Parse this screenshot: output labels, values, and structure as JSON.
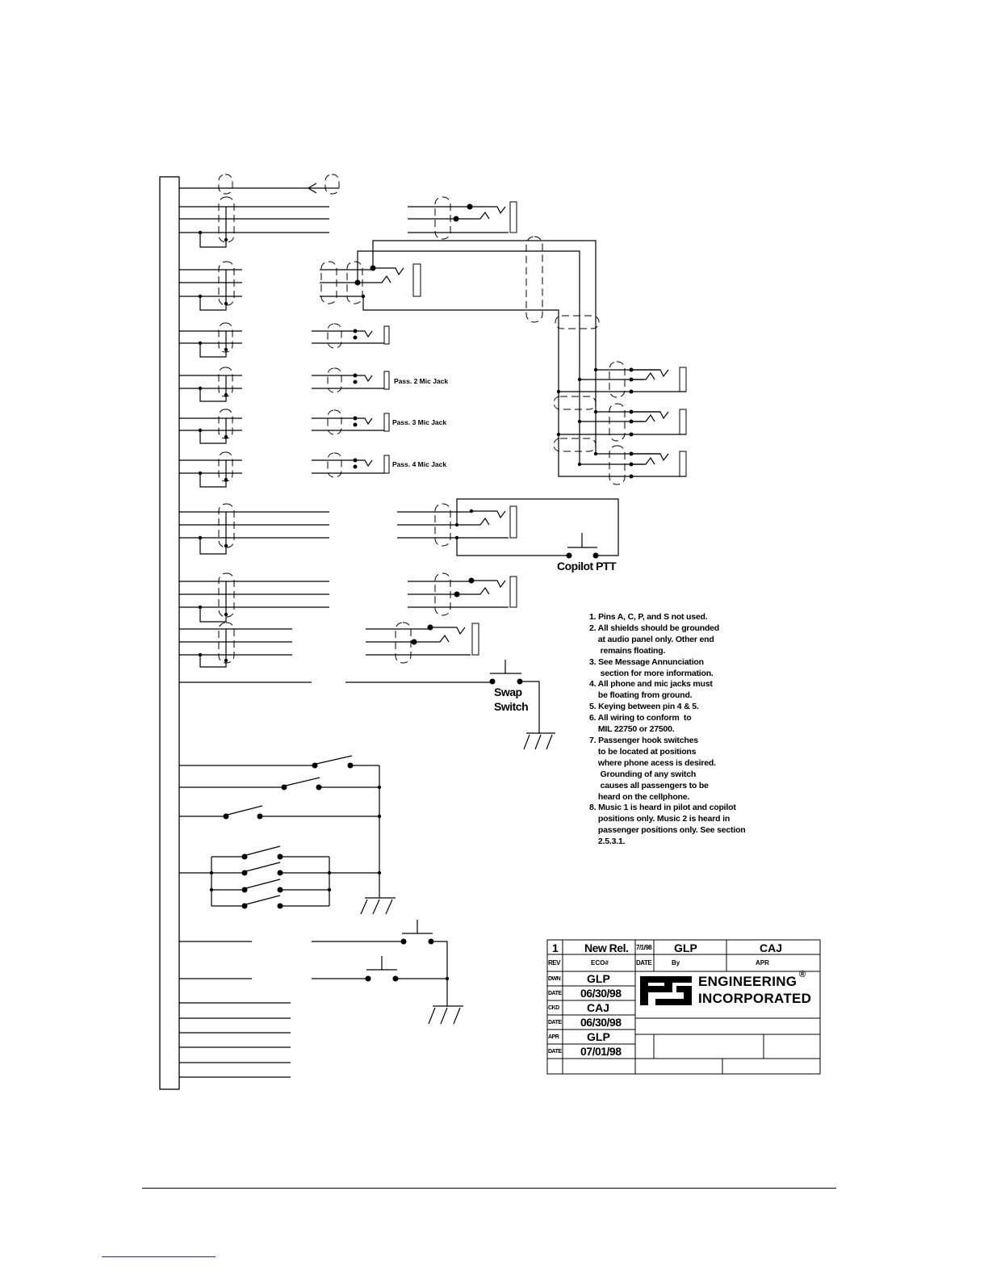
{
  "labels": {
    "pass2": "Pass. 2 Mic Jack",
    "pass3": "Pass. 3  Mic Jack",
    "pass4": "Pass. 4  Mic Jack",
    "copilot_ptt": "Copilot PTT",
    "swap": "Swap",
    "switch": "Switch"
  },
  "notes": [
    "1. Pins A, C, P, and S not used.",
    "2. All shields should be grounded",
    "    at audio panel only. Other end",
    "     remains floating.",
    "3. See Message Annunciation",
    "     section for more information.",
    "4. All phone and mic jacks must",
    "    be floating from ground.",
    "5. Keying between pin 4 & 5.",
    "6. All wiring to conform  to",
    "    MIL 22750 or 27500.",
    "7. Passenger hook switches",
    "    to be located at positions",
    "    where phone acess is desired.",
    "     Grounding of any switch",
    "     causes all passengers to be",
    "    heard on the cellphone.",
    "8. Music 1 is heard in pilot and copilot",
    "    positions only. Music 2 is heard in",
    "    passenger positions only. See section",
    "    2.5.3.1."
  ],
  "title_block": {
    "rev_number": "1",
    "rev_desc": "New Rel.",
    "rev_date": "7/1/98",
    "rev_by": "GLP",
    "rev_apr": "CAJ",
    "hdr_rev": "REV",
    "hdr_eco": "ECO#",
    "hdr_date": "DATE",
    "hdr_by": "By",
    "hdr_apr": "APR",
    "dwn_label": "DWN",
    "dwn_value": "GLP",
    "date1_label": "DATE",
    "date1_value": "06/30/98",
    "ckd_label": "CKD",
    "ckd_value": "CAJ",
    "date2_label": "DATE",
    "date2_value": "06/30/98",
    "apr_label": "APR",
    "apr_value": "GLP",
    "date3_label": "DATE",
    "date3_value": "07/01/98",
    "company_line1": "ENGINEERING",
    "company_line2": "INCORPORATED",
    "registered": "®",
    "logo_text": "PS"
  }
}
